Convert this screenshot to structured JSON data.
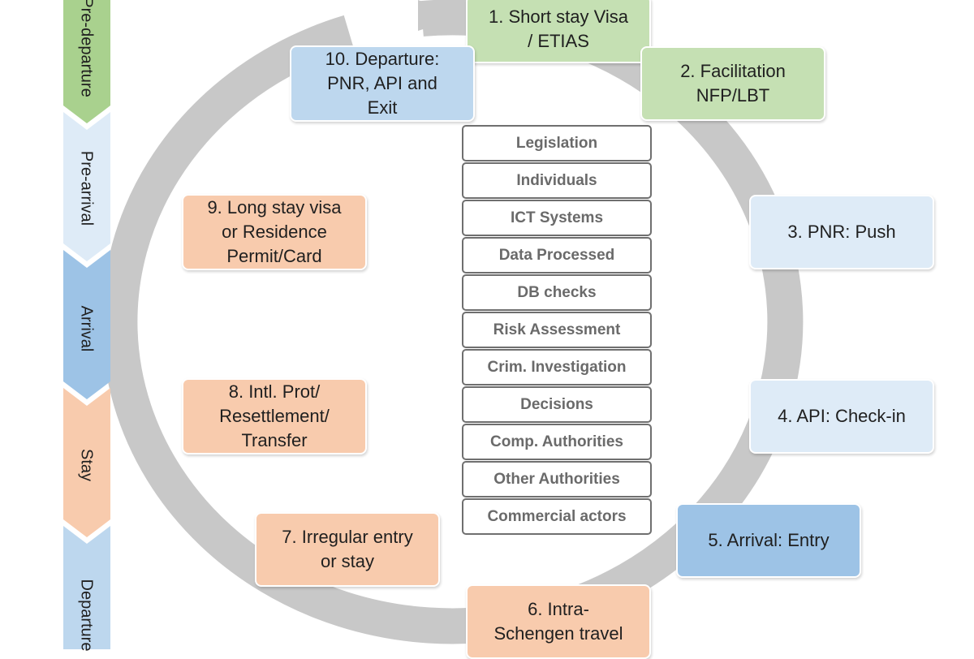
{
  "phases": [
    {
      "label": "Pre-departure",
      "color": "#a9d18e"
    },
    {
      "label": "Pre-arrival",
      "color": "#deebf7"
    },
    {
      "label": "Arrival",
      "color": "#9dc3e6"
    },
    {
      "label": "Stay",
      "color": "#f8cbad"
    },
    {
      "label": "Departure",
      "color": "#bdd7ee"
    }
  ],
  "steps": [
    {
      "lines": [
        "1. Short stay Visa",
        "/ ETIAS"
      ]
    },
    {
      "lines": [
        "2. Facilitation",
        "NFP/LBT"
      ]
    },
    {
      "lines": [
        "3. PNR: Push"
      ]
    },
    {
      "lines": [
        "4. API: Check-in"
      ]
    },
    {
      "lines": [
        "5. Arrival: Entry"
      ]
    },
    {
      "lines": [
        "6. Intra-",
        "Schengen travel"
      ]
    },
    {
      "lines": [
        "7. Irregular entry",
        "or stay"
      ]
    },
    {
      "lines": [
        "8. Intl. Prot/",
        "Resettlement/",
        "Transfer"
      ]
    },
    {
      "lines": [
        "9. Long stay visa",
        "or Residence",
        "Permit/Card"
      ]
    },
    {
      "lines": [
        "10. Departure:",
        "PNR, API and",
        "Exit"
      ]
    }
  ],
  "stack": [
    "Legislation",
    "Individuals",
    "ICT Systems",
    "Data Processed",
    "DB checks",
    "Risk Assessment",
    "Crim. Investigation",
    "Decisions",
    "Comp. Authorities",
    "Other Authorities",
    "Commercial actors"
  ],
  "ring_color": "#c8c8c8"
}
